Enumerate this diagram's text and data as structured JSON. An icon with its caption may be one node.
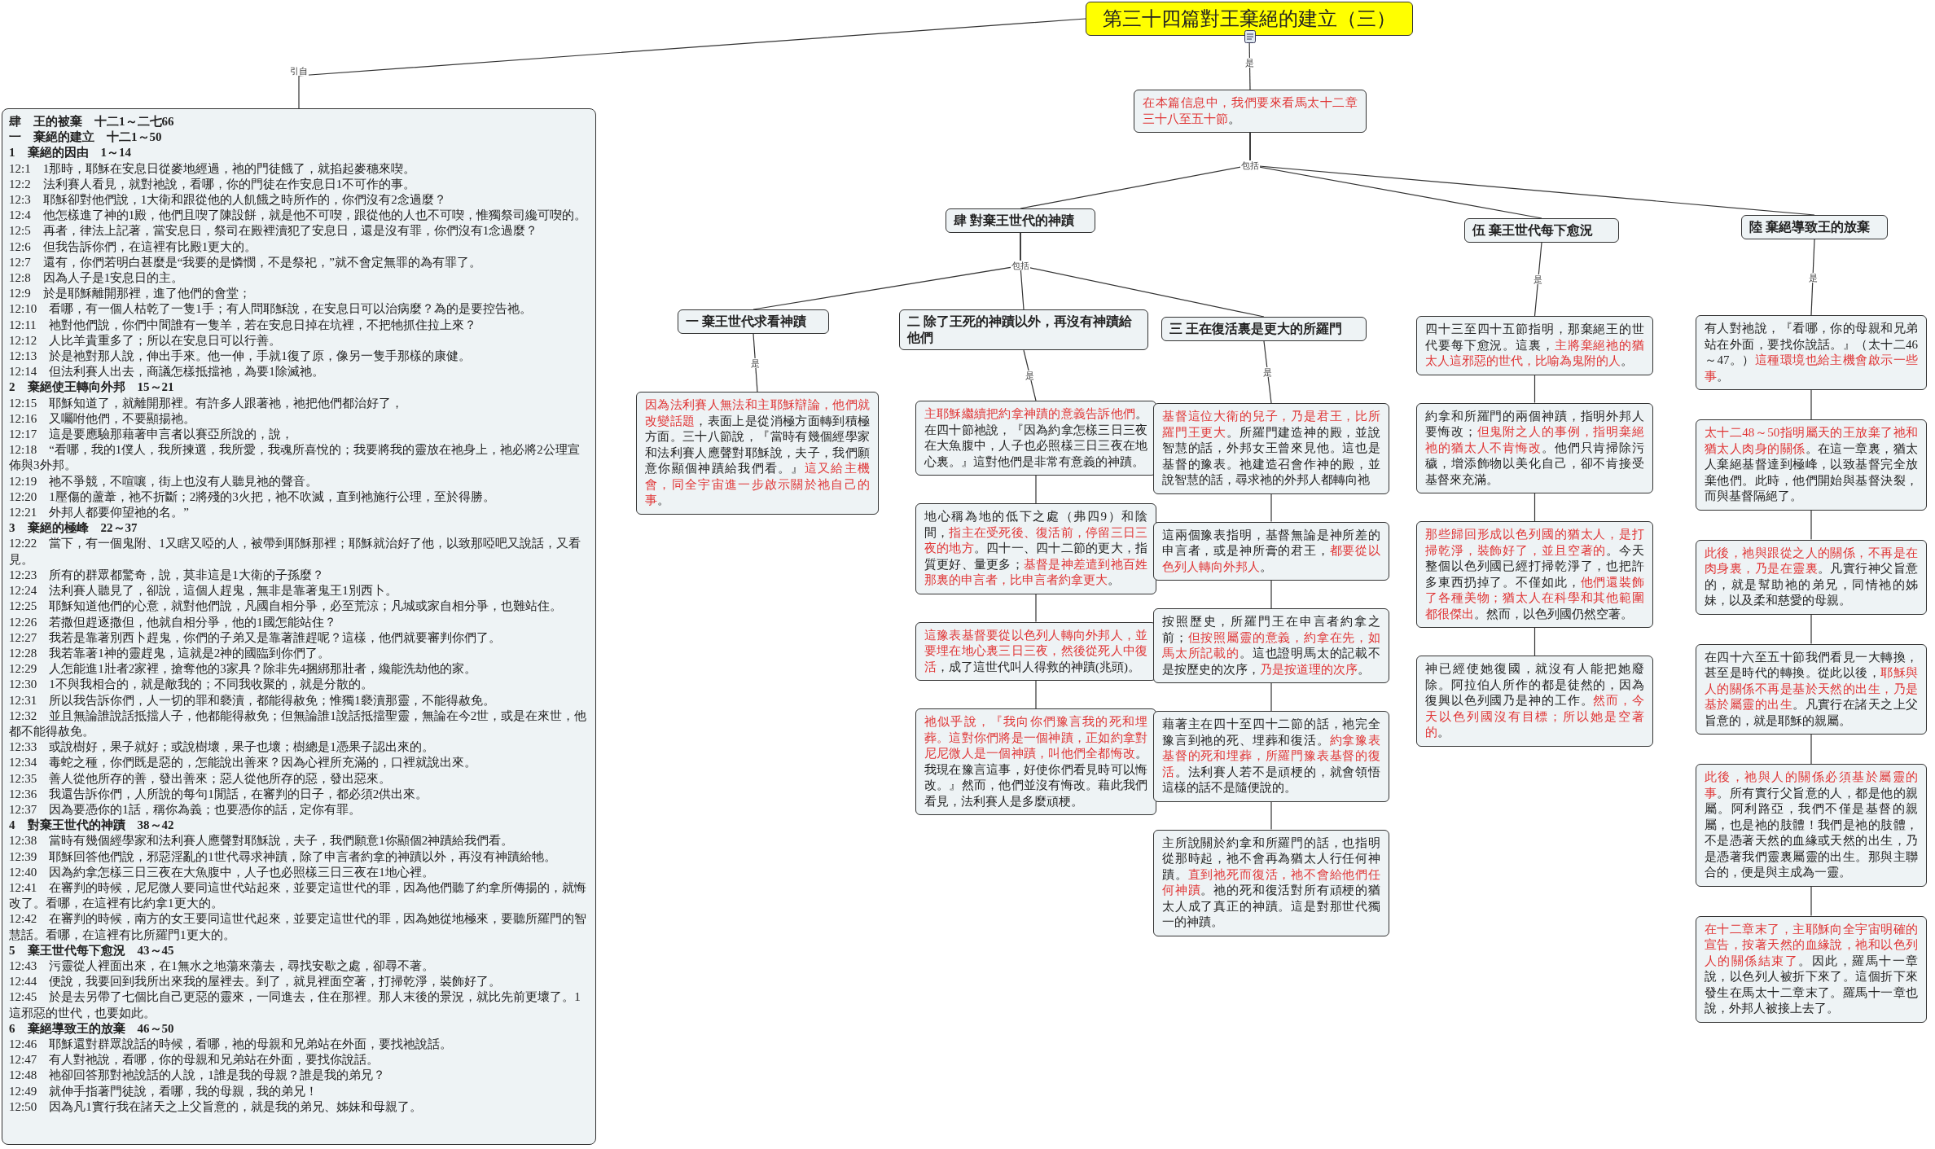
{
  "diagram": {
    "nodes": [
      {
        "text": [
          "第三十四篇對王棄絕的建立（三）"
        ]
      },
      {
        "text": [
          "**肆　王的被棄　十二1～二七66**",
          "**一　棄絕的建立　十二1～50**",
          "**1　棄絕的因由　1～14**",
          "12:1　1那時，耶穌在安息日從麥地經過，祂的門徒餓了，就掐起麥穗來喫。",
          "12:2　法利賽人看見，就對祂說，看哪，你的門徒在作安息日1不可作的事。",
          "12:3　耶穌卻對他們說，1大衛和跟從他的人飢餓之時所作的，你們沒有2念過麼？",
          "12:4　他怎樣進了神的1殿，他們且喫了陳設餅，就是他不可喫，跟從他的人也不可喫，惟獨祭司纔可喫的。",
          "12:5　再者，律法上記著，當安息日，祭司在殿裡瀆犯了安息日，還是沒有罪，你們沒有1念過麼？",
          "12:6　但我告訴你們，在這裡有比殿1更大的。",
          "12:7　還有，你們若明白甚麼是“我要的是憐憫，不是祭祀，”就不會定無罪的為有罪了。",
          "12:8　因為人子是1安息日的主。",
          "12:9　於是耶穌離開那裡，進了他們的會堂；",
          "12:10　看哪，有一個人枯乾了一隻1手；有人問耶穌說，在安息日可以治病麼？為的是要控告祂。",
          "12:11　祂對他們說，你們中間誰有一隻羊，若在安息日掉在坑裡，不把牠抓住拉上來？",
          "12:12　人比羊貴重多了；所以在安息日可以行善。",
          "12:13　於是祂對那人說，伸出手來。他一伸，手就1復了原，像另一隻手那樣的康健。",
          "12:14　但法利賽人出去，商議怎樣抵擋祂，為要1除滅祂。",
          "**2　棄絕使王轉向外邦　15～21**",
          "12:15　耶穌知道了，就離開那裡。有許多人跟著祂，祂把他們都治好了，",
          "12:16　又囑咐他們，不要顯揚祂。",
          "12:17　這是要應驗那藉著申言者以賽亞所說的，說，",
          "12:18　“看哪，我的1僕人，我所揀選，我所愛，我魂所喜悅的；我要將我的靈放在祂身上，祂必將2公理宣佈與3外邦。",
          "12:19　祂不爭競，不喧嚷，街上也沒有人聽見祂的聲音。",
          "12:20　1壓傷的蘆葦，祂不折斷；2將殘的3火把，祂不吹滅，直到祂施行公理，至於得勝。",
          "12:21　外邦人都要仰望祂的名。”",
          "**3　棄絕的極峰　22～37**",
          "12:22　當下，有一個鬼附、1又瞎又啞的人，被帶到耶穌那裡；耶穌就治好了他，以致那啞吧又說話，又看見。",
          "12:23　所有的群眾都驚奇，說，莫非這是1大衛的子孫麼？",
          "12:24　法利賽人聽見了，卻說，這個人趕鬼，無非是靠著鬼王1別西卜。",
          "12:25　耶穌知道他們的心意，就對他們說，凡國自相分爭，必至荒涼；凡城或家自相分爭，也難站住。",
          "12:26　若撒但趕逐撒但，他就自相分爭，他的1國怎能站住？",
          "12:27　我若是靠著別西卜趕鬼，你們的子弟又是靠著誰趕呢？這樣，他們就要審判你們了。",
          "12:28　我若靠著1神的靈趕鬼，這就是2神的國臨到你們了。",
          "12:29　人怎能進1壯者2家裡，搶奪他的3家具？除非先4捆綁那壯者，纔能洗劫他的家。",
          "12:30　1不與我相合的，就是敵我的；不同我收聚的，就是分散的。",
          "12:31　所以我告訴你們，人一切的罪和褻瀆，都能得赦免；惟獨1褻瀆那靈，不能得赦免。",
          "12:32　並且無論誰說話抵擋人子，他都能得赦免；但無論誰1說話抵擋聖靈，無論在今2世，或是在來世，他都不能得赦免。",
          "12:33　或說樹好，果子就好；或說樹壞，果子也壞；樹總是1憑果子認出來的。",
          "12:34　毒蛇之種，你們既是惡的，怎能說出善來？因為心裡所充滿的，口裡就說出來。",
          "12:35　善人從他所存的善，發出善來；惡人從他所存的惡，發出惡來。",
          "12:36　我還告訴你們，人所說的每句1閒話，在審判的日子，都必須2供出來。",
          "12:37　因為要憑你的1話，稱你為義；也要憑你的話，定你有罪。",
          "**4　對棄王世代的神蹟　38～42**",
          "12:38　當時有幾個經學家和法利賽人應聲對耶穌說，夫子，我們願意1你顯個2神蹟給我們看。",
          "12:39　耶穌回答他們說，邪惡淫亂的1世代尋求神蹟，除了申言者約拿的神蹟以外，再沒有神蹟給牠。",
          "12:40　因為約拿怎樣三日三夜在大魚腹中，人子也必照樣三日三夜在1地心裡。",
          "12:41　在審判的時候，尼尼微人要同這世代站起來，並要定這世代的罪，因為他們聽了約拿所傳揚的，就悔改了。看哪，在這裡有比約拿1更大的。",
          "12:42　在審判的時候，南方的女王要同這世代起來，並要定這世代的罪，因為她從地極來，要聽所羅門的智慧話。看哪，在這裡有比所羅門1更大的。",
          "**5　棄王世代每下愈況　43～45**",
          "12:43　污靈從人裡面出來，在1無水之地蕩來蕩去，尋找安歇之處，卻尋不著。",
          "12:44　便說，我要回到我所出來我的屋裡去。到了，就見裡面空著，打掃乾淨，裝飾好了。",
          "12:45　於是去另帶了七個比自己更惡的靈來，一同進去，住在那裡。那人末後的景況，就比先前更壞了。1這邪惡的世代，也要如此。",
          "**6　棄絕導致王的放棄　46～50**",
          "12:46　耶穌還對群眾說話的時候，看哪，祂的母親和兄弟站在外面，要找祂說話。",
          "12:47　有人對祂說，看哪，你的母親和兄弟站在外面，要找你說話。",
          "12:48　祂卻回答那對祂說話的人說，1誰是我的母親？誰是我的弟兄？",
          "12:49　就伸手指著門徒說，看哪，我的母親，我的弟兄！",
          "12:50　因為凡1實行我在諸天之上父旨意的，就是我的弟兄、姊妹和母親了。"
        ]
      },
      {
        "text": [
          "*在本篇信息中，我們要來看馬太十二章三十八至五十節*。"
        ]
      },
      {
        "text": [
          "肆 對棄王世代的神蹟"
        ]
      },
      {
        "text": [
          "一 棄王世代求看神蹟"
        ]
      },
      {
        "text": [
          "*因為法利賽人無法和主耶穌辯論，他們就改變話題*，表面上是從消極方面轉到積極方面。三十八節說，『當時有幾個經學家和法利賽人應聲對耶穌說，夫子，我們願意你顯個神蹟給我們看。』*這又給主機會，同全宇宙進一步啟示關於祂自己的事*。"
        ]
      },
      {
        "text": [
          "二 除了王死的神蹟以外，再沒有神蹟給他們"
        ]
      },
      {
        "text": [
          "*主耶穌繼續把約拿神蹟的意義告訴他們*。在四十節祂說，『因為約拿怎樣三日三夜在大魚腹中，人子也必照樣三日三夜在地心裏。』這對他們是非常有意義的神蹟。"
        ]
      },
      {
        "text": [
          "地心稱為地的低下之處（弗四9）和陰間，*指主在受死後、復活前，停留三日三夜的地方*。四十一、四十二節的更大，指質更好、量更多；*基督是神差遣到祂百姓那裏的申言者，比申言者約拿更大*。"
        ]
      },
      {
        "text": [
          "*這豫表基督要從以色列人轉向外邦人，並要埋在地心裏三日三夜，然後從死人中復活*，成了這世代叫人得救的神蹟(兆頭)。"
        ]
      },
      {
        "text": [
          "*祂似乎說，『我向你們豫言我的死和埋葬。這對你們將是一個神蹟，正如約拿對尼尼微人是一個神蹟，叫他們全都悔改*。我現在豫言這事，好使你們看見時可以悔改。』然而，他們並沒有悔改。藉此我們看見，法利賽人是多麼頑梗。"
        ]
      },
      {
        "text": [
          "三 王在復活裏是更大的所羅門"
        ]
      },
      {
        "text": [
          "*基督這位大衛的兒子，乃是君王，比所羅門王更大*。所羅門建造神的殿，並說智慧的話，外邦女王曾來見他。這也是基督的豫表。祂建造召會作神的殿，並說智慧的話，尋求祂的外邦人都轉向祂"
        ]
      },
      {
        "text": [
          "這兩個豫表指明，基督無論是神所差的申言者，或是神所膏的君王，*都要從以色列人轉向外邦人*。"
        ]
      },
      {
        "text": [
          "按照歷史，所羅門王在申言者約拿之前；*但按照屬靈的意義，約拿在先，如馬太所記載的*。這也證明馬太的記載不是按歷史的次序，*乃是按道理的次序*。"
        ]
      },
      {
        "text": [
          "藉著主在四十至四十二節的話，祂完全豫言到祂的死、埋葬和復活。*約拿豫表基督的死和埋葬，所羅門豫表基督的復活*。法利賽人若不是頑梗的，就會領悟這樣的話不是隨便說的。"
        ]
      },
      {
        "text": [
          "主所說關於約拿和所羅門的話，也指明從那時起，祂不會再為猶太人行任何神蹟。*直到祂死而復活，祂不會給他們任何神蹟*。祂的死和復活對所有頑梗的猶太人成了真正的神蹟。這是對那世代獨一的神蹟。"
        ]
      },
      {
        "text": [
          "伍 棄王世代每下愈況"
        ]
      },
      {
        "text": [
          "四十三至四十五節指明，那棄絕王的世代要每下愈況。這裏，*主將棄絕祂的猶太人這邪惡的世代，比喻為鬼附的人*。"
        ]
      },
      {
        "text": [
          "約拿和所羅門的兩個神蹟，指明外邦人要悔改；*但鬼附之人的事例，指明棄絕祂的猶太人不肯悔改*。他們只肯掃除污穢，增添飾物以美化自己，卻不肯接受基督來充滿。"
        ]
      },
      {
        "text": [
          "*那些歸回形成以色列國的猶太人，是打掃乾淨，裝飾好了，並且空著的*。今天整個以色列國已經打掃乾淨了，也把許多東西扔掉了。不僅如此，*他們還裝飾了各種美物；猶太人在科學和其他範圍都很傑出*。然而，以色列國仍然空著。"
        ]
      },
      {
        "text": [
          "神已經使她復國，就沒有人能把她廢除。阿拉伯人所作的都是徒然的，因為復興以色列國乃是神的工作。*然而，今天以色列國沒有目標；所以她是空著的*。"
        ]
      },
      {
        "text": [
          "陸 棄絕導致王的放棄"
        ]
      },
      {
        "text": [
          "有人對祂說，『看哪，你的母親和兄弟站在外面，要找你說話。』（太十二46～47。）*這種環境也給主機會啟示一些事*。"
        ]
      },
      {
        "text": [
          "*太十二48～50指明屬天的王放棄了祂和猶太人肉身的關係*。在這一章裏，猶太人棄絕基督達到極峰，以致基督完全放棄他們。此時，他們開始與基督決裂，而與基督隔絕了。"
        ]
      },
      {
        "text": [
          "*此後，祂與跟從之人的關係，不再是在肉身裏，乃是在靈裏*。凡實行神父旨意的，就是幫助祂的弟兄，同情祂的姊妹，以及柔和慈愛的母親。"
        ]
      },
      {
        "text": [
          "在四十六至五十節我們看見一大轉換，甚至是時代的轉換。從此以後，*耶穌與人的關係不再是基於天然的出生，乃是基於屬靈的出生*。凡實行在諸天之上父旨意的，就是耶穌的親屬。"
        ]
      },
      {
        "text": [
          "*此後，祂與人的關係必須基於屬靈的事*。所有實行父旨意的人，都是他的親屬。阿利路亞，我們不僅是基督的親屬，也是祂的肢體！我們是祂的肢體，不是憑著天然的血緣或天然的出生，乃是憑著我們靈裏屬靈的出生。那與主聯合的，便是與主成為一靈。"
        ]
      },
      {
        "text": [
          "*在十二章末了，主耶穌向全宇宙明確的宣告，按著天然的血緣說，祂和以色列人的關係結束了*。因此，羅馬十一章說，以色列人被折下來了。這個折下來發生在馬太十二章末了。羅馬十一章也說，外邦人被接上去了。"
        ]
      }
    ],
    "edges": [
      {
        "from": 0,
        "to": 1,
        "arrow": "none",
        "label": "引自"
      },
      {
        "from": 0,
        "to": 2,
        "arrow": "none",
        "label": "是"
      },
      {
        "from": 2,
        "to": 3,
        "arrow": "none",
        "label": "包括"
      },
      {
        "from": 2,
        "to": 17,
        "arrow": "none"
      },
      {
        "from": 2,
        "to": 22,
        "arrow": "none"
      },
      {
        "from": 3,
        "to": 4,
        "arrow": "none",
        "label": "包括"
      },
      {
        "from": 3,
        "to": 6,
        "arrow": "none"
      },
      {
        "from": 3,
        "to": 11,
        "arrow": "none"
      },
      {
        "from": 4,
        "to": 5,
        "arrow": "none",
        "label": "是"
      },
      {
        "from": 6,
        "to": 7,
        "arrow": "none",
        "label": "是"
      },
      {
        "from": 7,
        "to": 8,
        "arrow": "none"
      },
      {
        "from": 8,
        "to": 9,
        "arrow": "none"
      },
      {
        "from": 9,
        "to": 10,
        "arrow": "none"
      },
      {
        "from": 11,
        "to": 12,
        "arrow": "none",
        "label": "是"
      },
      {
        "from": 12,
        "to": 13,
        "arrow": "none"
      },
      {
        "from": 13,
        "to": 14,
        "arrow": "none"
      },
      {
        "from": 14,
        "to": 15,
        "arrow": "none"
      },
      {
        "from": 15,
        "to": 16,
        "arrow": "none"
      },
      {
        "from": 17,
        "to": 18,
        "arrow": "none",
        "label": "是"
      },
      {
        "from": 18,
        "to": 19,
        "arrow": "none"
      },
      {
        "from": 19,
        "to": 20,
        "arrow": "none"
      },
      {
        "from": 20,
        "to": 21,
        "arrow": "none"
      },
      {
        "from": 22,
        "to": 23,
        "arrow": "none",
        "label": "是"
      },
      {
        "from": 23,
        "to": 24,
        "arrow": "none"
      },
      {
        "from": 24,
        "to": 25,
        "arrow": "none"
      },
      {
        "from": 25,
        "to": 26,
        "arrow": "none"
      },
      {
        "from": 26,
        "to": 27,
        "arrow": "none"
      },
      {
        "from": 27,
        "to": 28,
        "arrow": "none"
      }
    ]
  }
}
